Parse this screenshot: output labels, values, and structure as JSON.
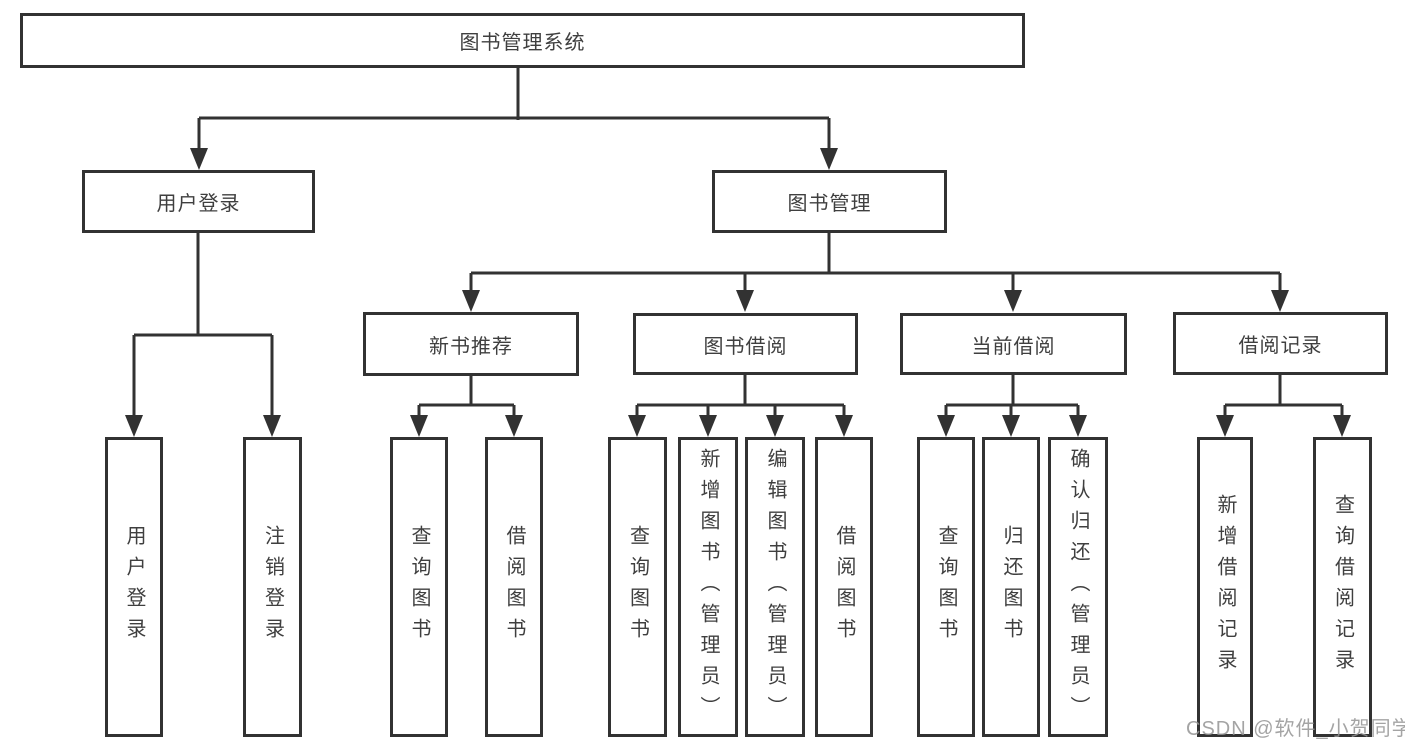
{
  "diagram": {
    "root": {
      "label": "图书管理系统"
    },
    "level2": [
      {
        "label": "用户登录"
      },
      {
        "label": "图书管理"
      }
    ],
    "level3": [
      {
        "label": "新书推荐"
      },
      {
        "label": "图书借阅"
      },
      {
        "label": "当前借阅"
      },
      {
        "label": "借阅记录"
      }
    ],
    "leaves": [
      {
        "label": "用户登录"
      },
      {
        "label": "注销登录"
      },
      {
        "label": "查询图书"
      },
      {
        "label": "借阅图书"
      },
      {
        "label": "查询图书"
      },
      {
        "label": "新增图书（管理员）"
      },
      {
        "label": "编辑图书（管理员）"
      },
      {
        "label": "借阅图书"
      },
      {
        "label": "查询图书"
      },
      {
        "label": "归还图书"
      },
      {
        "label": "确认归还（管理员）"
      },
      {
        "label": "新增借阅记录"
      },
      {
        "label": "查询借阅记录"
      }
    ]
  },
  "watermark": {
    "text": "CSDN @软件_小贺同学"
  },
  "colors": {
    "line": "#323232",
    "box_border": "#323232",
    "box_fill": "#ffffff",
    "text": "#3f3f3f",
    "watermark": "#949494",
    "background": "#ffffff"
  }
}
